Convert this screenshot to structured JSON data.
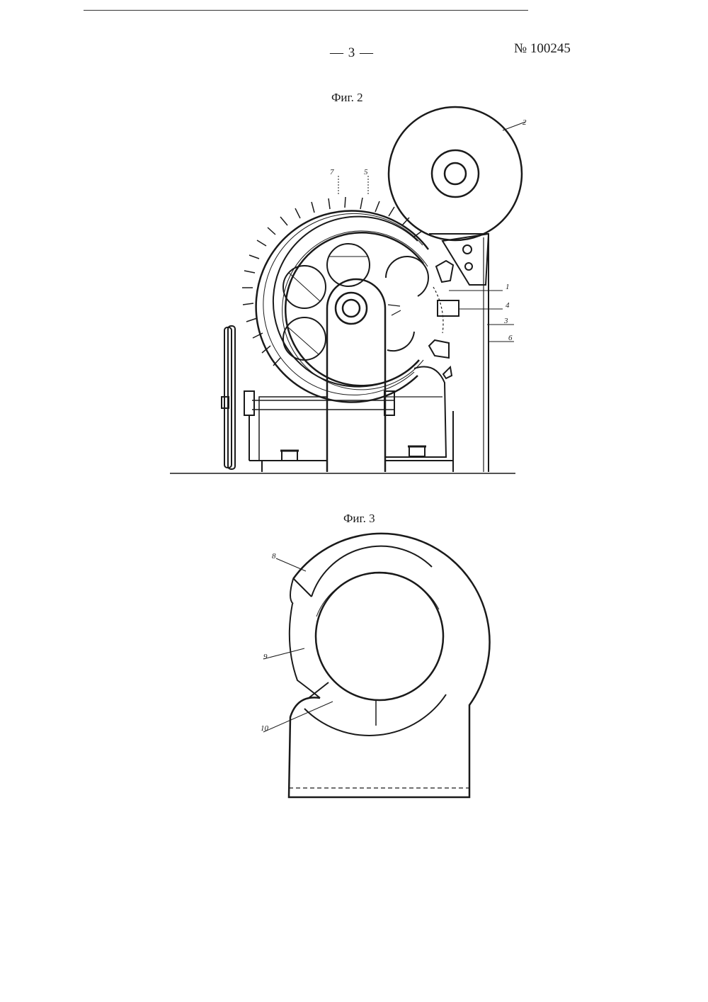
{
  "header": {
    "page_number": "— 3 —",
    "patent_number": "№ 100245"
  },
  "figures": [
    {
      "caption": "Фиг. 2",
      "labels": [
        "2",
        "7",
        "5",
        "1",
        "4",
        "3",
        "6"
      ]
    },
    {
      "caption": "Фиг. 3",
      "labels": [
        "8",
        "9",
        "10"
      ]
    }
  ]
}
